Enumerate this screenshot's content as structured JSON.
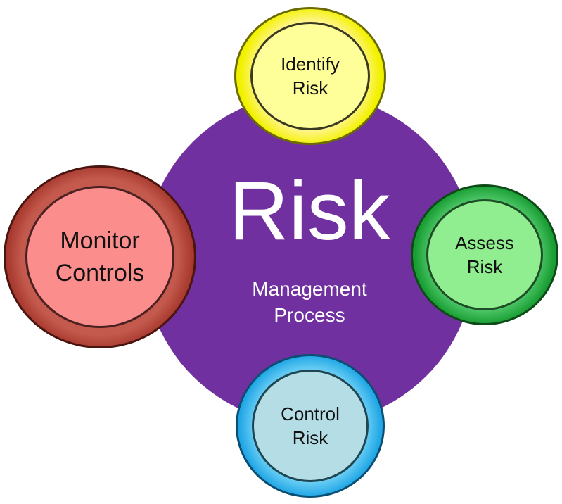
{
  "center": {
    "title": "Risk",
    "subtitle_line1": "Management",
    "subtitle_line2": "Process",
    "color": "#7030a0"
  },
  "nodes": {
    "identify": {
      "line1": "Identify",
      "line2": "Risk",
      "ring_color": "#f2f200",
      "fill_color": "#ffff99"
    },
    "assess": {
      "line1": "Assess",
      "line2": "Risk",
      "ring_color": "#1a9e34",
      "fill_color": "#90ee90"
    },
    "control": {
      "line1": "Control",
      "line2": "Risk",
      "ring_color": "#22a8e6",
      "fill_color": "#b4dde6"
    },
    "monitor": {
      "line1": "Monitor",
      "line2": "Controls",
      "ring_color": "#a3342a",
      "fill_color": "#fb8d8d"
    }
  }
}
